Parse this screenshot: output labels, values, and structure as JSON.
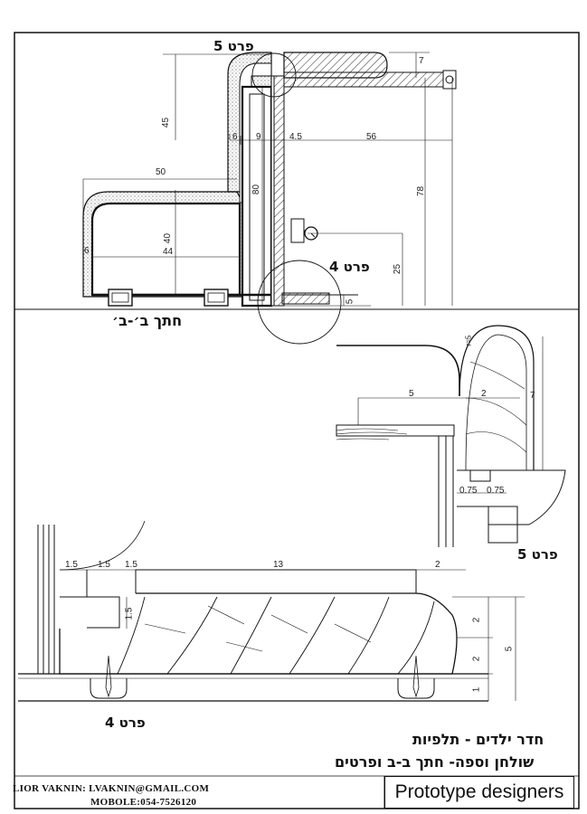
{
  "labels": {
    "detail5_top": "פרט 5",
    "detail4_mid": "פרט 4",
    "section_bb": "חתך ב׳-ב׳",
    "detail5_right": "פרט 5",
    "detail4_bottom": "פרט 4",
    "title_line1": "חדר ילדים - תלפיות",
    "title_line2": "שולחן וספה- חתך ב-ב ופרטים"
  },
  "dimensions": {
    "top_7": "7",
    "d45": "45",
    "d6a": "6",
    "d9": "9",
    "d4_5": "4.5",
    "d56": "56",
    "d50": "50",
    "d80": "80",
    "d78": "78",
    "d40": "40",
    "d44": "44",
    "d6b": "6",
    "d25": "25",
    "d5a": "5",
    "r5_5": "5",
    "r5_2": "2",
    "r5_7": "7",
    "r5_r": "r=5",
    "r5_075a": "0.75",
    "r5_075b": "0.75",
    "b_1_5a": "1.5",
    "b_1_5b": "1.5",
    "b_1_5c": "1.5",
    "b_13": "13",
    "b_2top": "2",
    "b_1_5v": "1.5",
    "b_2a": "2",
    "b_2b": "2",
    "b_1": "1",
    "b_5": "5"
  },
  "footer": {
    "email_line": "LIOR VAKNIN: LVAKNIN@GMAIL.COM",
    "phone_line": "MOBOLE:054-7526120",
    "brand": "Prototype designers"
  }
}
